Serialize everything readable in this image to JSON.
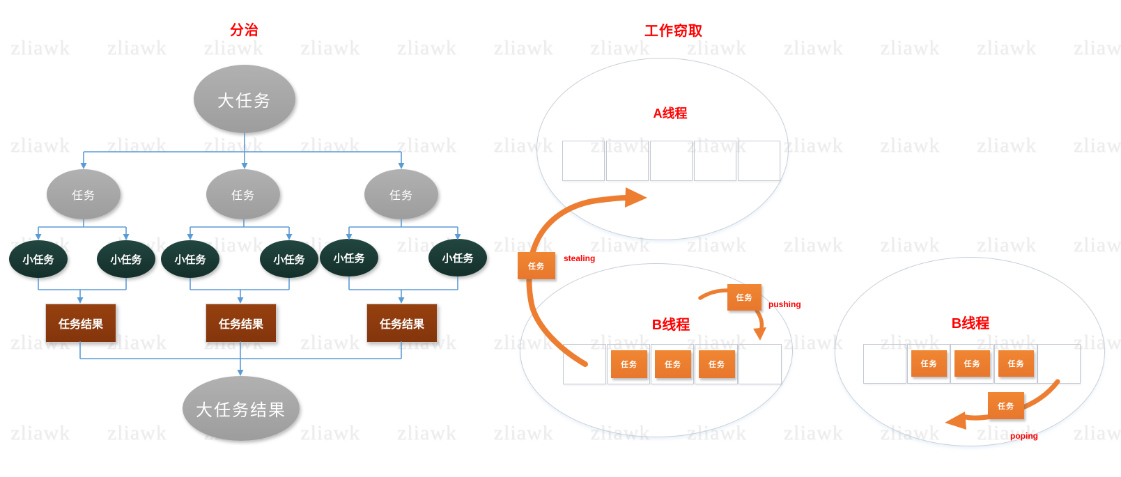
{
  "left_panel": {
    "title": "分治",
    "big_task_label": "大任务",
    "task_label": "任务",
    "small_task_label": "小任务",
    "task_result_label": "任务结果",
    "big_task_result_label": "大任务结果"
  },
  "right_panel": {
    "title": "工作窃取",
    "thread_a_label": "A线程",
    "thread_b_label": "B线程",
    "task_chip_label": "任务",
    "stealing_label": "stealing",
    "pushing_label": "pushing",
    "poping_label": "poping",
    "thread_a_queue_slots": 5,
    "thread_b_queue_slots": 5,
    "thread_b_filled_slots": 3
  },
  "watermark": {
    "text": "zliawk"
  },
  "colors": {
    "title_red": "#ff0000",
    "connector_blue": "#5b9bd5",
    "arrow_orange": "#ed7d31",
    "task_gray": "#a6a6a6",
    "small_task_teal": "#1a3a34",
    "result_brown": "#8e3b10",
    "slot_border": "#c3c8d2",
    "watermark_gray": "#ececec"
  }
}
